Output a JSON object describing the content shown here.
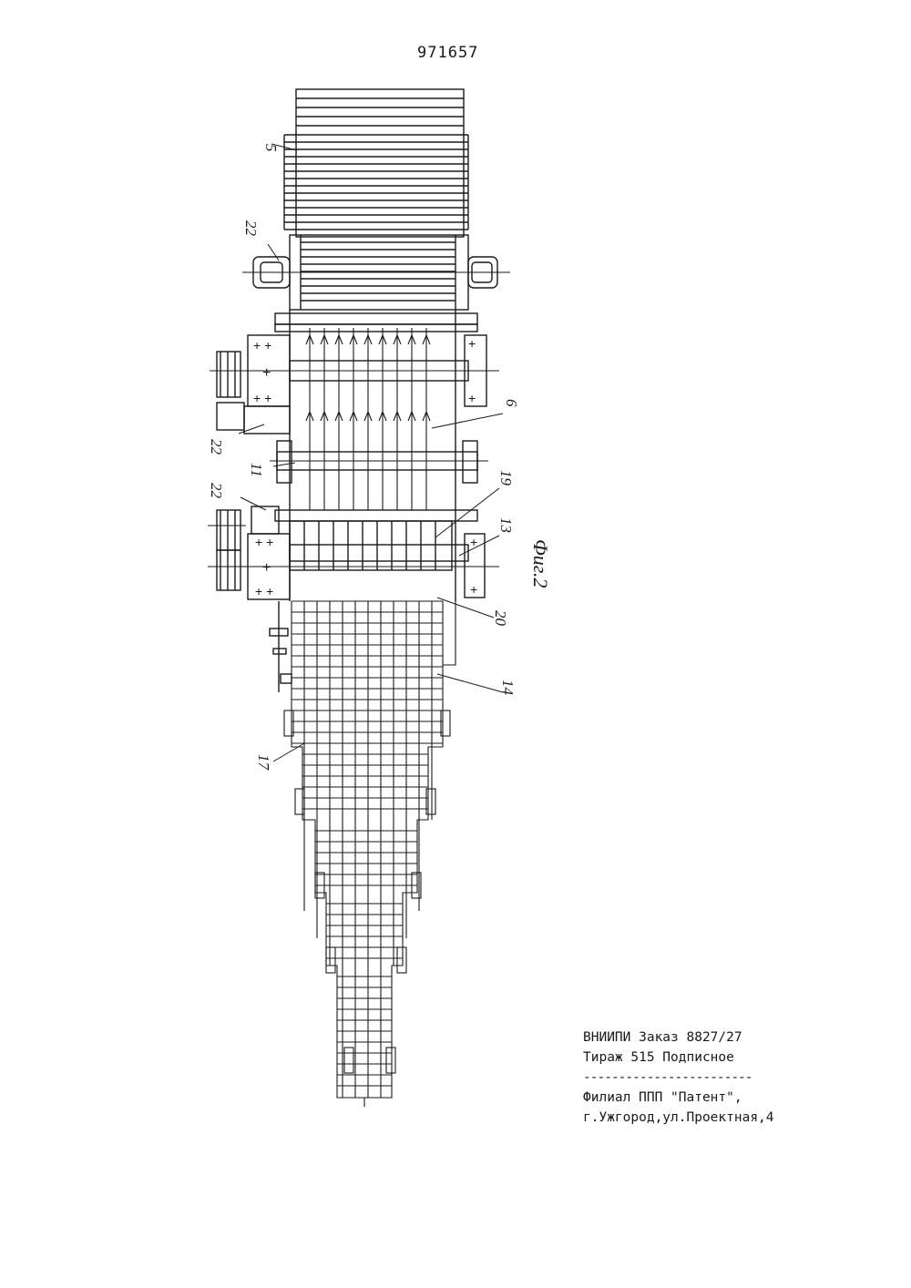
{
  "header": {
    "patent_number": "971657"
  },
  "figure": {
    "caption": "Фиг.2",
    "labels": [
      "5",
      "22",
      "22",
      "22",
      "6",
      "11",
      "19",
      "13",
      "20",
      "14",
      "17"
    ]
  },
  "imprint": {
    "line1": "ВНИИПИ   Заказ 8827/27",
    "line2": " Тираж 515 Подписное",
    "separator": "------------------------",
    "line3": " Филиал ППП \"Патент\",",
    "line4": " г.Ужгород,ул.Проектная,4"
  },
  "colors": {
    "ink": "#1a1a1a",
    "paper": "#ffffff"
  }
}
